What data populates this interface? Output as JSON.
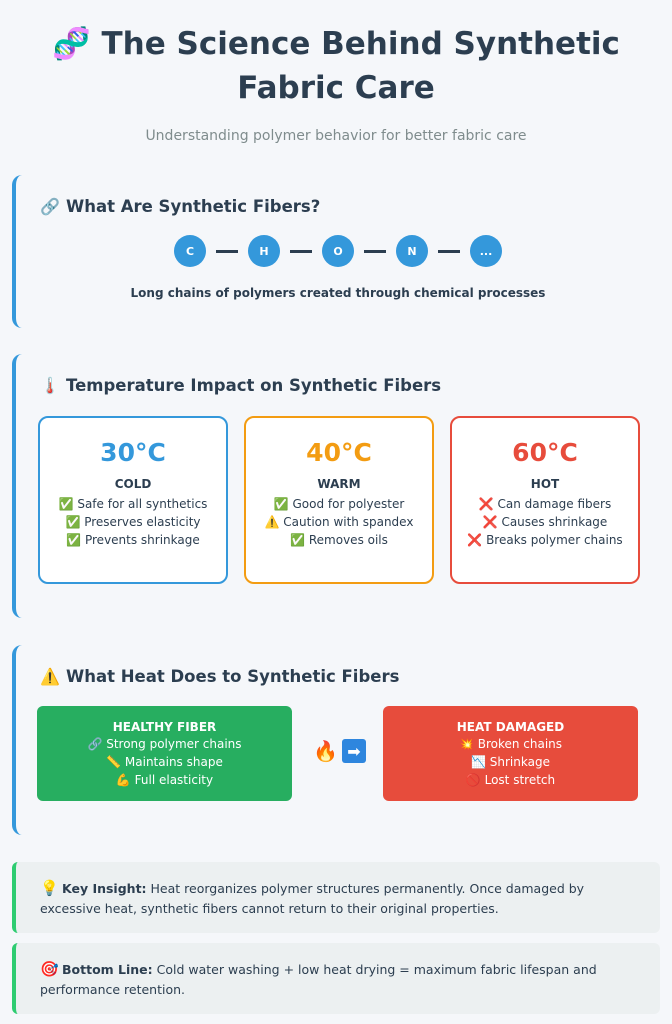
{
  "header": {
    "icon": "dna-icon",
    "title": "🧬 The Science Behind Synthetic Fabric Care",
    "subtitle": "Understanding polymer behavior for better fabric care"
  },
  "fibers": {
    "icon": "link-icon",
    "icon_glyph": "🔗",
    "title": "What Are Synthetic Fibers?",
    "atoms": [
      "C",
      "H",
      "O",
      "N",
      "..."
    ],
    "caption": "Long chains of polymers created through chemical processes",
    "accent": "#3498db"
  },
  "temperature": {
    "icon": "thermometer-icon",
    "icon_glyph": "🌡️",
    "title": "Temperature Impact on Synthetic Fibers",
    "cards": [
      {
        "value": "30°C",
        "label": "COLD",
        "color": "#3498db",
        "items": [
          "✅ Safe for all synthetics",
          "✅ Preserves elasticity",
          "✅ Prevents shrinkage"
        ]
      },
      {
        "value": "40°C",
        "label": "WARM",
        "color": "#f39c12",
        "items": [
          "✅ Good for polyester",
          "⚠️ Caution with spandex",
          "✅ Removes oils"
        ]
      },
      {
        "value": "60°C",
        "label": "HOT",
        "color": "#e74c3c",
        "items": [
          "❌ Can damage fibers",
          "❌ Causes shrinkage",
          "❌ Breaks polymer chains"
        ]
      }
    ]
  },
  "heat": {
    "icon": "warning-icon",
    "icon_glyph": "⚠️",
    "title": "What Heat Does to Synthetic Fibers",
    "healthy": {
      "title": "HEALTHY FIBER",
      "color": "#27ae60",
      "items": [
        "🔗 Strong polymer chains",
        "📏 Maintains shape",
        "💪 Full elasticity"
      ]
    },
    "transition_fire": "🔥",
    "transition_arrow": "➡",
    "damaged": {
      "title": "HEAT DAMAGED",
      "color": "#e74c3c",
      "items": [
        "💥 Broken chains",
        "📉 Shrinkage",
        "🚫 Lost stretch"
      ]
    }
  },
  "insight": {
    "icon": "lightbulb-icon",
    "icon_glyph": "💡",
    "label": "Key Insight:",
    "text": " Heat reorganizes polymer structures permanently. Once damaged by excessive heat, synthetic fibers cannot return to their original properties."
  },
  "bottom_line": {
    "icon": "target-icon",
    "icon_glyph": "🎯",
    "label": "Bottom Line:",
    "text": " Cold water washing + low heat drying = maximum fabric lifespan and performance retention."
  }
}
